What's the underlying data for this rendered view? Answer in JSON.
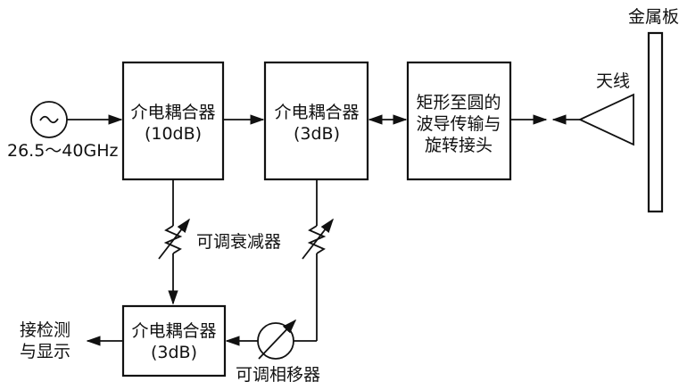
{
  "source": {
    "label": "26.5～40GHz"
  },
  "coupler_10db": {
    "line1": "介电耦合器",
    "line2": "(10dB)"
  },
  "coupler_3db_top": {
    "line1": "介电耦合器",
    "line2": "(3dB)"
  },
  "coupler_3db_bottom": {
    "line1": "介电耦合器",
    "line2": "(3dB)"
  },
  "transition": {
    "line1": "矩形至圆的",
    "line2": "波导传输与",
    "line3": "旋转接头"
  },
  "antenna": {
    "label": "天线"
  },
  "metal_plate": {
    "label": "金属板"
  },
  "attenuator": {
    "label": "可调衰减器"
  },
  "phase_shifter": {
    "label": "可调相移器"
  },
  "detector": {
    "line1": "接检测",
    "line2": "与显示"
  }
}
